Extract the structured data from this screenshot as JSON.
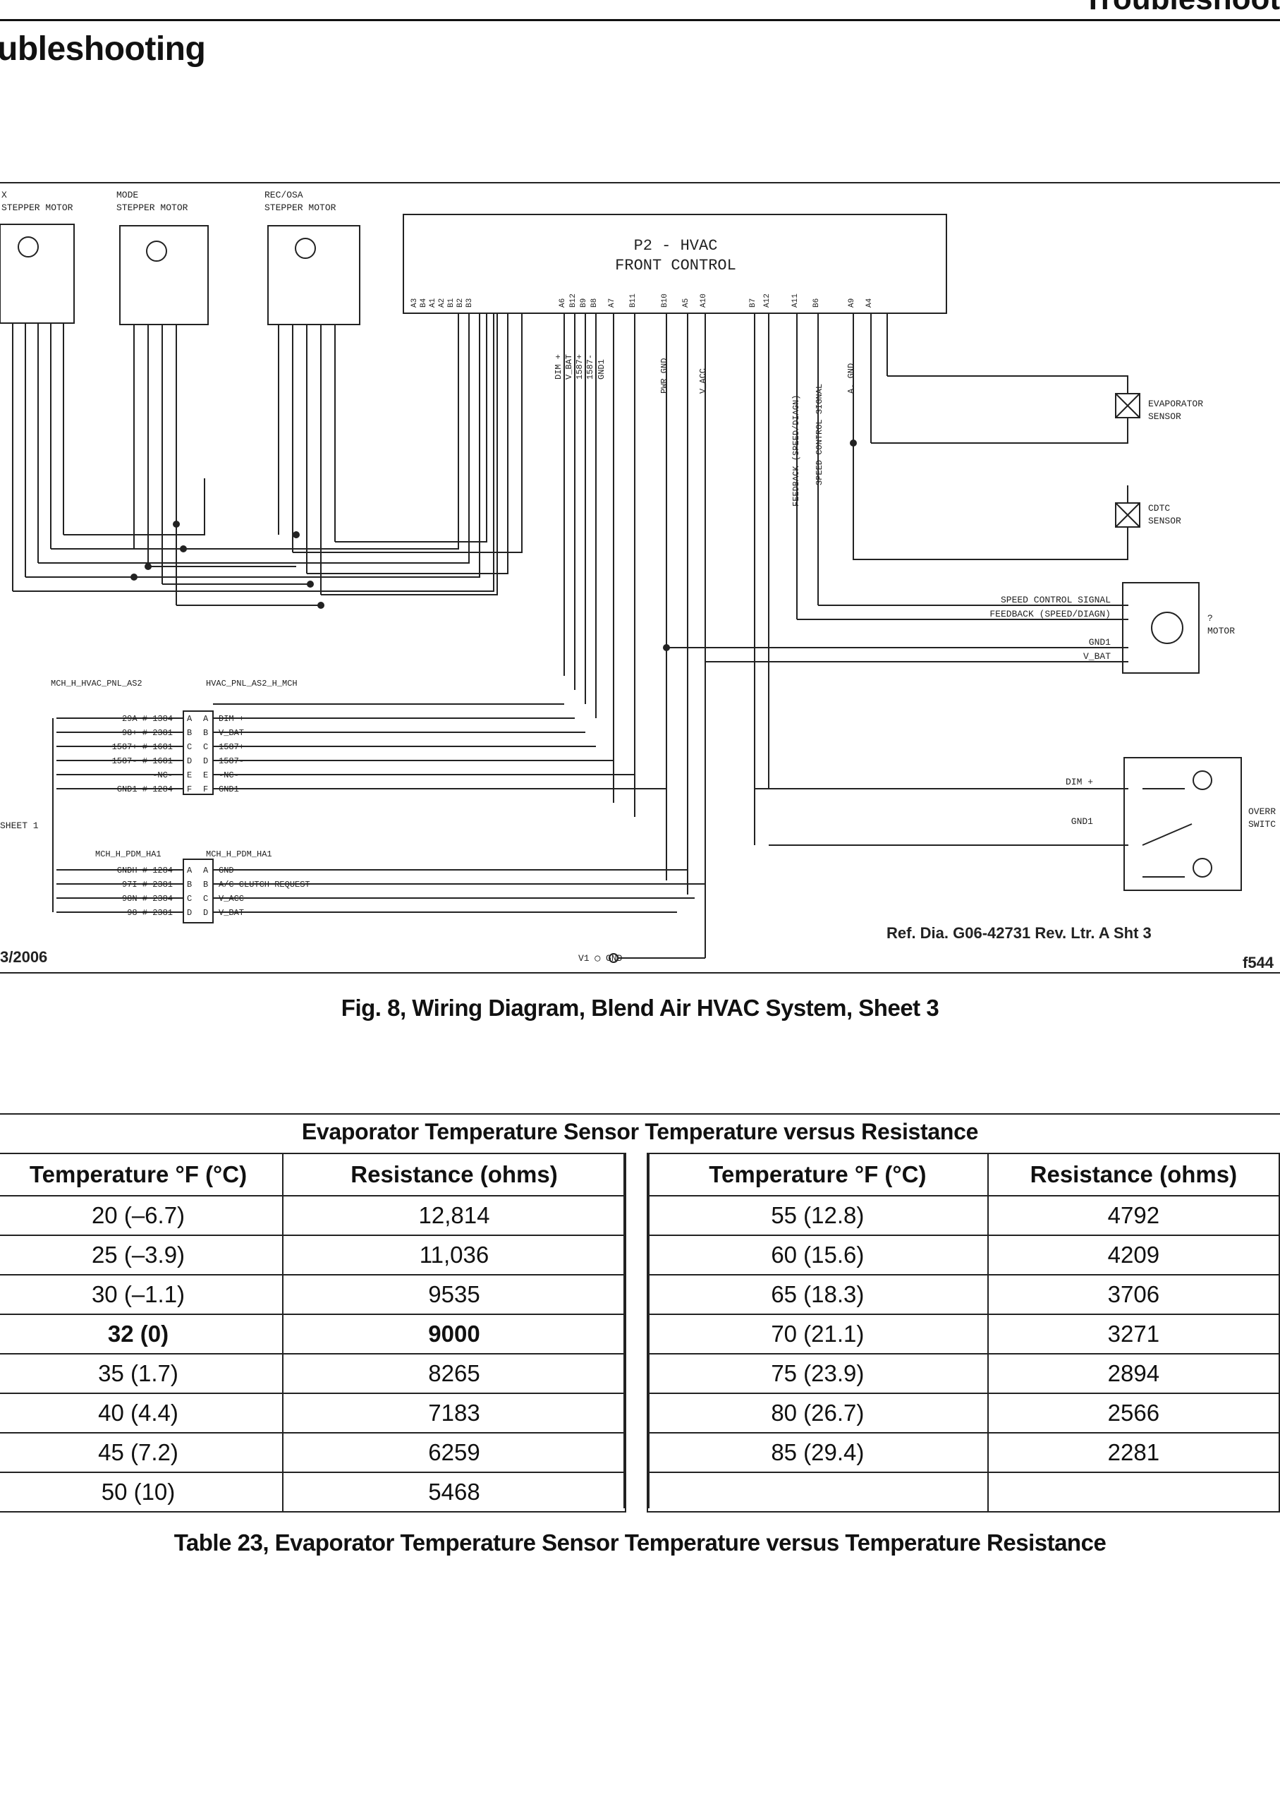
{
  "header": {
    "corner_title": "Troubleshoot",
    "section_title": "ubleshooting"
  },
  "diagram": {
    "motor_labels": [
      [
        "X",
        "STEPPER MOTOR"
      ],
      [
        "MODE",
        "STEPPER MOTOR"
      ],
      [
        "REC/OSA",
        "STEPPER MOTOR"
      ]
    ],
    "control": {
      "line1": "P2 - HVAC",
      "line2": "FRONT CONTROL"
    },
    "pins": [
      "A3",
      "B4",
      "A1",
      "A2",
      "B1",
      "B2",
      "B3",
      "A6",
      "B12",
      "B9",
      "B8",
      "A7",
      "B11",
      "B10",
      "A5",
      "A10",
      "B7",
      "A12",
      "A11",
      "B6",
      "A9",
      "A4"
    ],
    "wire_labels": [
      "DIM +",
      "V_BAT",
      "1587+",
      "1587-",
      "GND1",
      "PWR GND",
      "V_ACC",
      "FEEDBACK (SPEED/DIAGN)",
      "SPEED CONTROL SIGNAL",
      "A. GND"
    ],
    "evap_sensor": [
      "EVAPORATOR",
      "SENSOR"
    ],
    "cdtc_sensor": [
      "CDTC",
      "SENSOR"
    ],
    "motor_wires": [
      "SPEED CONTROL SIGNAL",
      "FEEDBACK (SPEED/DIAGN)",
      "GND1",
      "V_BAT"
    ],
    "motor_label": [
      "?",
      "MOTOR"
    ],
    "connector1": {
      "title_left": "MCH_H_HVAC_PNL_AS2",
      "title_right": "HVAC_PNL_AS2_H_MCH",
      "rows": [
        {
          "left": "29A # 1384",
          "a": "A",
          "b": "A",
          "right": "DIM +"
        },
        {
          "left": "98+ # 2381",
          "a": "B",
          "b": "B",
          "right": "V_BAT"
        },
        {
          "left": "1587+ # 1681",
          "a": "C",
          "b": "C",
          "right": "1587+"
        },
        {
          "left": "1587- # 1681",
          "a": "D",
          "b": "D",
          "right": "1587-"
        },
        {
          "left": "-NC-",
          "a": "E",
          "b": "E",
          "right": "-NC-"
        },
        {
          "left": "GND1 # 1284",
          "a": "F",
          "b": "F",
          "right": "GND1"
        }
      ],
      "extra_top": "DIM +",
      "extra_bottom": "GND1"
    },
    "sheet_ref": "SHEET 1",
    "connector2": {
      "title_left": "MCH_H_PDM_HA1",
      "title_right": "MCH_H_PDM_HA1",
      "rows": [
        {
          "left": "GNDH # 1284",
          "a": "A",
          "b": "A",
          "right": "GND"
        },
        {
          "left": "97I # 2381",
          "a": "B",
          "b": "B",
          "right": "A/C CLUTCH REQUEST"
        },
        {
          "left": "98N # 2384",
          "a": "C",
          "b": "C",
          "right": "V_ACC"
        },
        {
          "left": "98 # 2381",
          "a": "D",
          "b": "D",
          "right": "V_BAT"
        }
      ]
    },
    "override": {
      "wire1": "DIM +",
      "wire2": "GND1",
      "label": [
        "OVERR",
        "SWITC"
      ]
    },
    "ground_label": "V1 ◯ GND",
    "date": "3/2006",
    "ref_dia": "Ref. Dia. G06-42731 Rev. Ltr. A Sht 3",
    "fig_id": "f544"
  },
  "figure_caption": "Fig. 8, Wiring Diagram, Blend Air HVAC System, Sheet 3",
  "table": {
    "title": "Evaporator Temperature Sensor Temperature versus Resistance",
    "headers": [
      "Temperature °F (°C)",
      "Resistance (ohms)",
      "Temperature °F (°C)",
      "Resistance (ohms)"
    ],
    "left_rows": [
      [
        "20 (–6.7)",
        "12,814"
      ],
      [
        "25 (–3.9)",
        "11,036"
      ],
      [
        "30 (–1.1)",
        "9535"
      ],
      [
        "32 (0)",
        "9000"
      ],
      [
        "35 (1.7)",
        "8265"
      ],
      [
        "40 (4.4)",
        "7183"
      ],
      [
        "45 (7.2)",
        "6259"
      ],
      [
        "50 (10)",
        "5468"
      ]
    ],
    "right_rows": [
      [
        "55 (12.8)",
        "4792"
      ],
      [
        "60 (15.6)",
        "4209"
      ],
      [
        "65 (18.3)",
        "3706"
      ],
      [
        "70 (21.1)",
        "3271"
      ],
      [
        "75 (23.9)",
        "2894"
      ],
      [
        "80 (26.7)",
        "2566"
      ],
      [
        "85 (29.4)",
        "2281"
      ],
      [
        "",
        ""
      ]
    ]
  },
  "table_caption": "Table 23, Evaporator Temperature Sensor Temperature versus Temperature Resistance"
}
